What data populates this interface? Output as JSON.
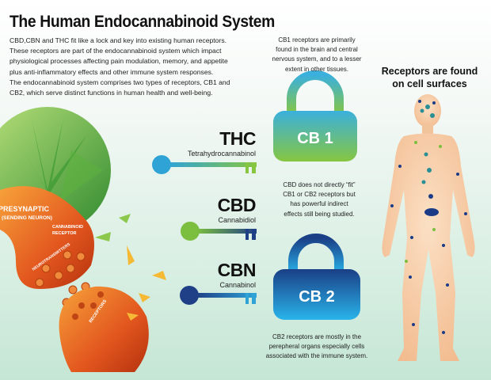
{
  "title": "The Human Endocannabinoid System",
  "intro_lines": [
    "CBD,CBN and THC fit like a lock and key into existing human receptors.",
    "These receptors are part of the endocannabinoid system which impact",
    "physiological processes affecting pain modulation, memory, and appetite",
    "plus anti-inflammatory effects and other immune system responses.",
    "The endocannabinoid system comprises two types of receptors, CB1 and",
    " CB2, which serve distinct functions in human health and well-being."
  ],
  "synapse": {
    "presynaptic": "PRESYNAPTIC",
    "presynaptic_sub": "(SENDING NEURON)",
    "cannabinoid_receptor": [
      "CANNABINOID",
      "RECEPTOR"
    ],
    "neurotransmitters": "NEUROTRANSMITTERS",
    "receptors": "RECEPTORS"
  },
  "keys": [
    {
      "name": "THC",
      "full": "Tetrahydrocannabinol",
      "color": "#2fa3d6"
    },
    {
      "name": "CBD",
      "full": "Cannabidiol",
      "color": "#7cbf3f"
    },
    {
      "name": "CBN",
      "full": "Cannabinol",
      "color": "#1f3f86"
    }
  ],
  "locks": [
    {
      "label": "CB 1",
      "colors": [
        "#3bb0dd",
        "#86c640"
      ]
    },
    {
      "label": "CB 2",
      "colors": [
        "#1a3f86",
        "#29b4ea"
      ]
    }
  ],
  "notes": {
    "cb1": [
      "CB1 receptors are primarily",
      "found in the brain and central",
      "nervous system, and to a lesser",
      "extent in other tissues."
    ],
    "cbd": [
      "CBD does not directly “fit”",
      "CB1 or CB2 receptors but",
      "has powerful indirect",
      "effects still being studied."
    ],
    "cb2": [
      "CB2 receptors are mostly in the",
      "perepheral organs especially cells",
      "associated with the immune system."
    ]
  },
  "receptors_title": [
    "Receptors are found",
    "on cell surfaces"
  ]
}
